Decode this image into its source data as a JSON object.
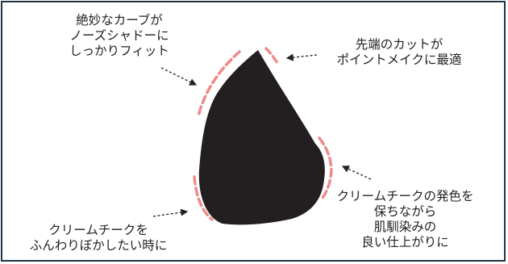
{
  "colors": {
    "sponge": "#231f20",
    "edge_highlight": "#f08a8a",
    "leader": "#222222",
    "frame": "#1f3345"
  },
  "callouts": {
    "top_left": [
      "絶妙なカーブが",
      "ノーズシャドーに",
      "しっかりフィット"
    ],
    "top_right": [
      "先端のカットが",
      "ポイントメイクに最適"
    ],
    "bottom_right": [
      "クリームチークの発色を",
      "保ちながら",
      "肌馴染みの",
      "良い仕上がりに"
    ],
    "bottom_left": [
      "クリームチークを",
      "ふんわりぼかしたい時に"
    ]
  }
}
